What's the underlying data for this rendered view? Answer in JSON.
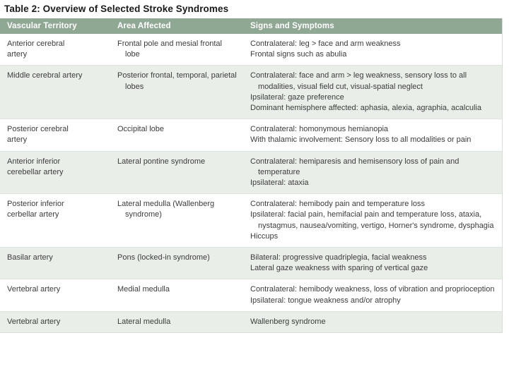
{
  "caption": "Table 2: Overview of Selected Stroke Syndromes",
  "colors": {
    "header_background": "#8fa894",
    "header_text": "#ffffff",
    "row_shade": "#e9eee9",
    "row_plain": "#ffffff",
    "body_text": "#3c3c3c",
    "border": "#dfe3df"
  },
  "columns": [
    "Vascular Territory",
    "Area Affected",
    "Signs and Symptoms"
  ],
  "rows": [
    {
      "shaded": false,
      "territory": [
        "Anterior cerebral",
        "artery"
      ],
      "area": [
        "Frontal pole and mesial frontal lobe"
      ],
      "signs": [
        "Contralateral: leg > face and arm weakness",
        "Frontal signs such as abulia"
      ]
    },
    {
      "shaded": true,
      "territory": [
        "Middle cerebral artery"
      ],
      "area": [
        "Posterior frontal, temporal, parietal lobes"
      ],
      "signs": [
        "Contralateral: face and arm > leg weakness, sensory loss to all modalities, visual field cut, visual-spatial neglect",
        "Ipsilateral: gaze preference",
        "Dominant hemisphere affected: aphasia, alexia, agraphia, acalculia"
      ]
    },
    {
      "shaded": false,
      "territory": [
        "Posterior cerebral",
        "artery"
      ],
      "area": [
        "Occipital lobe"
      ],
      "signs": [
        "Contralateral: homonymous hemianopia",
        "With thalamic involvement: Sensory loss to all modalities or pain"
      ]
    },
    {
      "shaded": true,
      "territory": [
        "Anterior inferior",
        "cerebellar artery"
      ],
      "area": [
        "Lateral pontine syndrome"
      ],
      "signs": [
        "Contralateral: hemiparesis and hemisensory loss of pain and temperature",
        "Ipsilateral: ataxia"
      ]
    },
    {
      "shaded": false,
      "territory": [
        "Posterior inferior",
        "cerbellar artery"
      ],
      "area": [
        "Lateral medulla (Wallenberg syndrome)"
      ],
      "signs": [
        "Contralateral: hemibody pain and temperature loss",
        "Ipsilateral: facial pain, hemifacial pain and temperature loss, ataxia, nystagmus, nausea/vomiting, vertigo, Horner's syndrome, dysphagia",
        "Hiccups"
      ]
    },
    {
      "shaded": true,
      "territory": [
        "Basilar artery"
      ],
      "area": [
        "Pons (locked-in syndrome)"
      ],
      "signs": [
        "Bilateral: progressive quadriplegia, facial weakness",
        "Lateral gaze weakness with sparing of vertical gaze"
      ]
    },
    {
      "shaded": false,
      "territory": [
        "Vertebral artery"
      ],
      "area": [
        "Medial medulla"
      ],
      "signs": [
        "Contralateral: hemibody weakness, loss of vibration and proprioception",
        "Ipsilateral: tongue weakness and/or atrophy"
      ]
    },
    {
      "shaded": true,
      "territory": [
        "Vertebral artery"
      ],
      "area": [
        "Lateral medulla"
      ],
      "signs": [
        "Wallenberg syndrome"
      ]
    }
  ]
}
